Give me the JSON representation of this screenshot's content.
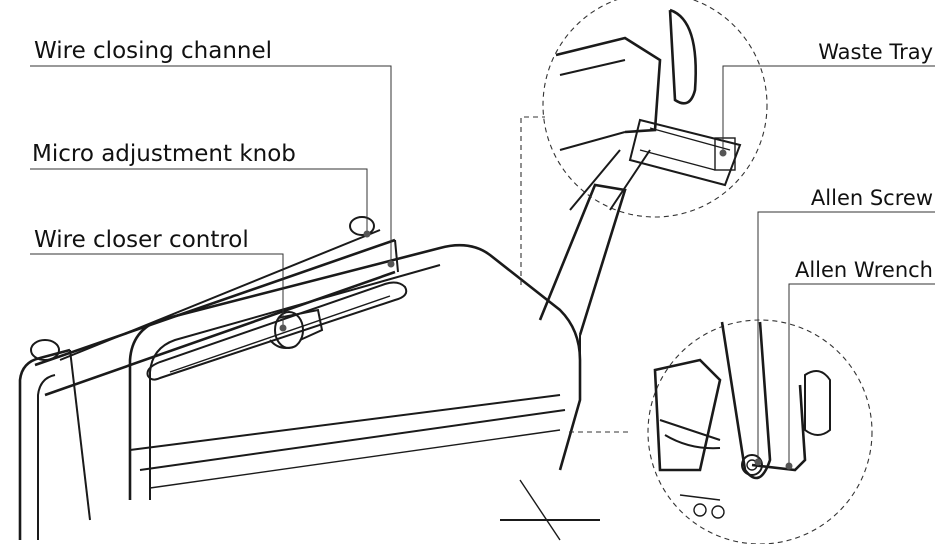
{
  "figure": {
    "labels": {
      "wire_closing_channel": "Wire closing channel",
      "micro_adjustment_knob": "Micro adjustment knob",
      "wire_closer_control": "Wire closer control",
      "waste_tray": "Waste Tray",
      "allen_screw": "Allen Screw",
      "allen_wrench": "Allen Wrench"
    }
  }
}
